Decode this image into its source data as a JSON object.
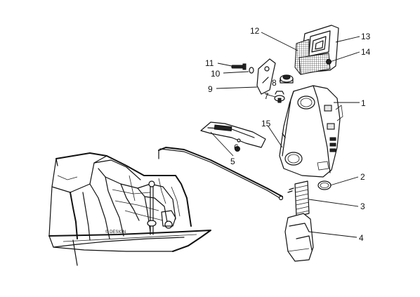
{
  "callouts": [
    {
      "number": "1"
    },
    {
      "number": "2"
    },
    {
      "number": "3"
    },
    {
      "number": "4"
    },
    {
      "number": "5"
    },
    {
      "number": "6"
    },
    {
      "number": "7"
    },
    {
      "number": "8"
    },
    {
      "number": "9"
    },
    {
      "number": "10"
    },
    {
      "number": "11"
    },
    {
      "number": "12"
    },
    {
      "number": "13"
    },
    {
      "number": "14"
    },
    {
      "number": "15"
    }
  ],
  "body_stamp": "© DESIGN"
}
